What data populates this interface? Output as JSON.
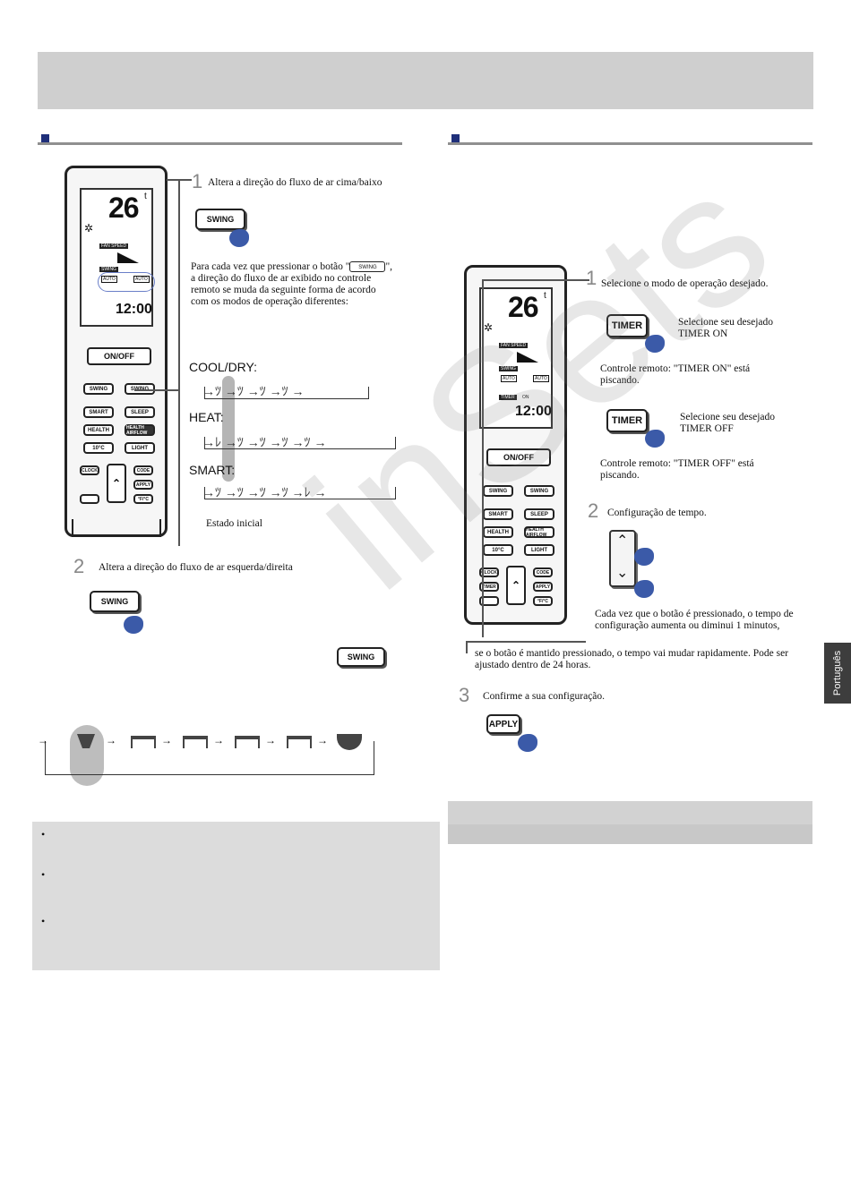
{
  "lcd": {
    "temp": "26",
    "deg": "t",
    "fan_speed": "FAN SPEED",
    "swing": "SWING",
    "auto1": "AUTO",
    "auto2": "AUTO",
    "timer": "TIMER",
    "on": "ON",
    "time": "12:00"
  },
  "remote_buttons": {
    "onoff": "ON/OFF",
    "swing1": "SWING",
    "swing2": "SWING",
    "smart": "SMART",
    "sleep": "SLEEP",
    "health": "HEALTH",
    "health_airflow": "HEALTH AIRFLOW",
    "ten_c": "10°C",
    "light": "LIGHT",
    "clock": "CLOCK",
    "code": "CODE",
    "timer": "TIMER",
    "apply": "APPLY",
    "temp_unit": "°F/°C"
  },
  "left": {
    "step1_num": "1",
    "step1_text": "Altera a direção do fluxo de ar cima/baixo",
    "swing_btn": "SWING",
    "step1_desc_a": "Para cada vez que pressionar o botão \"",
    "step1_desc_b": "\", a direção do fluxo de ar exibido no controle remoto se muda da seguinte forma de acordo com os modos de operação diferentes:",
    "cool_dry": "COOL/DRY:",
    "heat": "HEAT:",
    "smart": "SMART:",
    "seq_cool": "→ﾂ →ﾂ →ﾂ →ﾂ →",
    "seq_heat": "→ﾚ →ﾂ →ﾂ →ﾂ →ﾂ →",
    "seq_smart": "→ﾂ →ﾂ →ﾂ →ﾂ →ﾚ →",
    "initial_state": "Estado inicial",
    "step2_num": "2",
    "step2_text": "Altera a direção do fluxo de ar esquerda/direita",
    "swing_btn2": "SWING",
    "swing_btn3": "SWING"
  },
  "right": {
    "step1_num": "1",
    "step1_text": "Selecione o modo de operação desejado.",
    "timer_btn": "TIMER",
    "timer_on_text": "Selecione seu desejado TIMER ON",
    "timer_on_status": "Controle remoto: \"TIMER ON\" está piscando.",
    "timer_btn2": "TIMER",
    "timer_off_text": "Selecione seu desejado TIMER OFF",
    "timer_off_status": "Controle remoto: \"TIMER OFF\" está piscando.",
    "step2_num": "2",
    "step2_text": "Configuração de tempo.",
    "step2_desc1": "Cada vez que o botão é pressionado, o tempo de configuração aumenta ou diminui 1 minutos,",
    "step2_desc2": "se o botão é mantido pressionado, o tempo vai mudar rapidamente. Pode ser ajustado dentro de 24 horas.",
    "step3_num": "3",
    "step3_text": "Confirme a sua configuração.",
    "apply_btn": "APPLY"
  },
  "side_tab": "Português",
  "watermark": "inSets"
}
